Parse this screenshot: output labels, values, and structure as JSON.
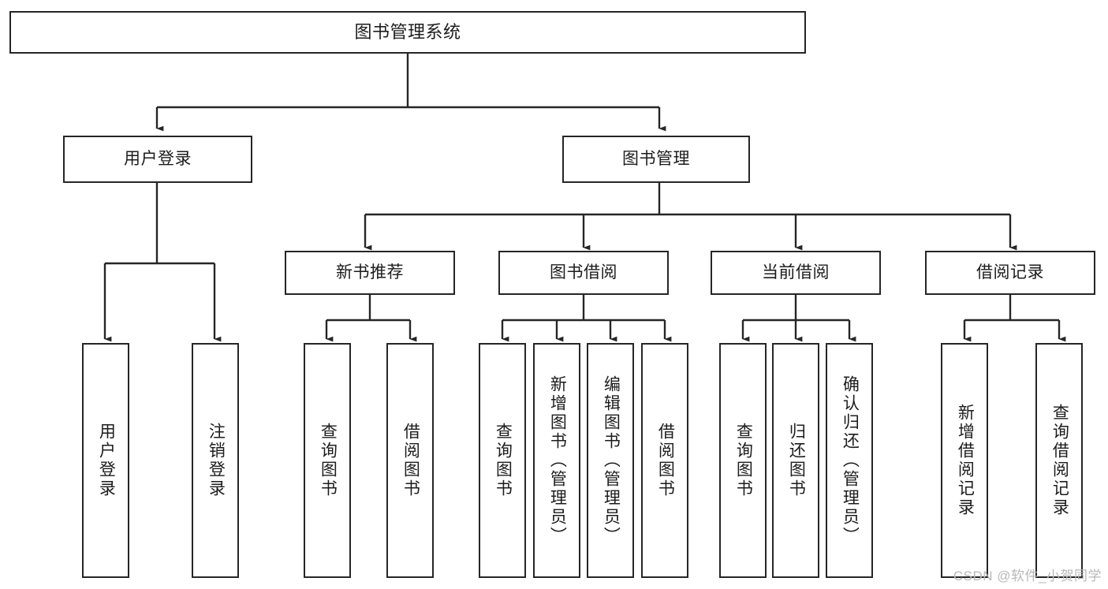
{
  "diagram": {
    "title": "图书管理系统",
    "type": "tree-hierarchy",
    "watermark": "CSDN @软件_小贺同学",
    "colors": {
      "stroke": "#262626",
      "fill": "#ffffff",
      "text": "#1c1c1c",
      "watermark": "#b8b8b8"
    }
  },
  "nodes": {
    "root": {
      "label": "图书管理系统"
    },
    "level2": [
      {
        "id": "user-login",
        "label": "用户登录"
      },
      {
        "id": "book-manage",
        "label": "图书管理"
      }
    ],
    "level3": [
      {
        "id": "new-book-recommend",
        "label": "新书推荐"
      },
      {
        "id": "book-borrow",
        "label": "图书借阅"
      },
      {
        "id": "current-borrow",
        "label": "当前借阅"
      },
      {
        "id": "borrow-record",
        "label": "借阅记录"
      }
    ],
    "leaves": [
      {
        "id": "leaf-user-login",
        "label": "用户登录",
        "parent": "user-login"
      },
      {
        "id": "leaf-logout-login",
        "label": "注销登录",
        "parent": "user-login"
      },
      {
        "id": "leaf-query-book-1",
        "label": "查询图书",
        "parent": "new-book-recommend"
      },
      {
        "id": "leaf-borrow-book-1",
        "label": "借阅图书",
        "parent": "new-book-recommend"
      },
      {
        "id": "leaf-query-book-2",
        "label": "查询图书",
        "parent": "book-borrow"
      },
      {
        "id": "leaf-add-book",
        "label": "新增图书（管理员）",
        "parent": "book-borrow"
      },
      {
        "id": "leaf-edit-book",
        "label": "编辑图书（管理员）",
        "parent": "book-borrow"
      },
      {
        "id": "leaf-borrow-book-2",
        "label": "借阅图书",
        "parent": "book-borrow"
      },
      {
        "id": "leaf-query-book-3",
        "label": "查询图书",
        "parent": "current-borrow"
      },
      {
        "id": "leaf-return-book",
        "label": "归还图书",
        "parent": "current-borrow"
      },
      {
        "id": "leaf-confirm-return",
        "label": "确认归还（管理员）",
        "parent": "current-borrow"
      },
      {
        "id": "leaf-add-record",
        "label": "新增借阅记录",
        "parent": "borrow-record"
      },
      {
        "id": "leaf-query-record",
        "label": "查询借阅记录",
        "parent": "borrow-record"
      }
    ]
  }
}
